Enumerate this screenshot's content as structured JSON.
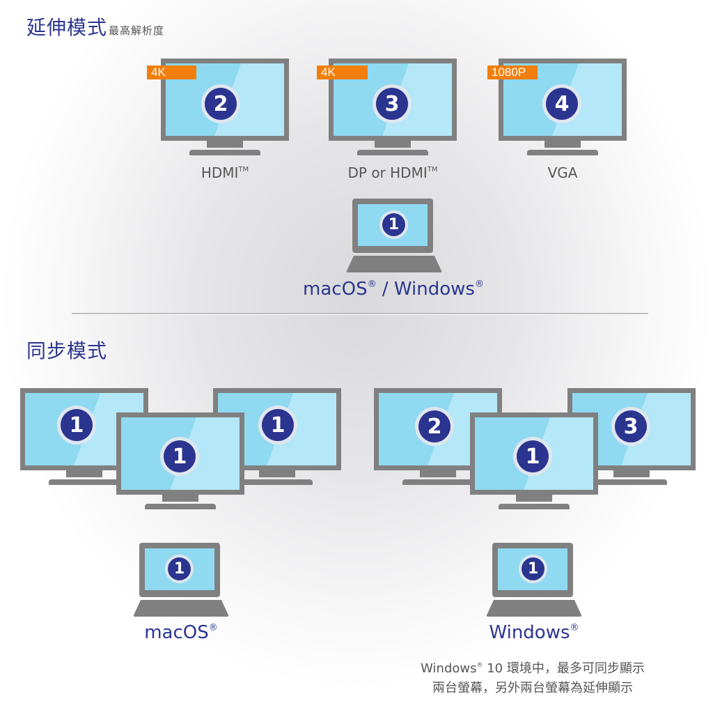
{
  "extended_mode": {
    "title": "延伸模式",
    "subtitle": "最高解析度",
    "monitors": [
      {
        "number": "2",
        "resolution": "4K",
        "port": "HDMI",
        "port_mark": "TM"
      },
      {
        "number": "3",
        "resolution": "4K",
        "port": "DP or HDMI",
        "port_mark": "TM"
      },
      {
        "number": "4",
        "resolution": "1080P",
        "port": "VGA",
        "port_mark": ""
      }
    ],
    "laptop": {
      "number": "1",
      "os_a": "macOS",
      "os_a_mark": "®",
      "separator": " / ",
      "os_b": "Windows",
      "os_b_mark": "®"
    }
  },
  "mirror_mode": {
    "title": "同步模式",
    "macos_group": {
      "monitors": [
        {
          "number": "1"
        },
        {
          "number": "1"
        },
        {
          "number": "1"
        }
      ],
      "laptop": {
        "number": "1",
        "os": "macOS",
        "os_mark": "®"
      }
    },
    "windows_group": {
      "monitors": [
        {
          "number": "2"
        },
        {
          "number": "1"
        },
        {
          "number": "3"
        }
      ],
      "laptop": {
        "number": "1",
        "os": "Windows",
        "os_mark": "®"
      }
    },
    "note": {
      "line1_prefix": "Windows",
      "line1_mark": "®",
      "line1_rest": " 10 環境中，最多可同步顯示",
      "line2": "兩台螢幕，另外兩台螢幕為延伸顯示"
    }
  },
  "colors": {
    "brand_blue": "#2b3590",
    "resolution_tag": "#f27f0c",
    "screen": "#8fd9f1",
    "frame": "#808080"
  }
}
